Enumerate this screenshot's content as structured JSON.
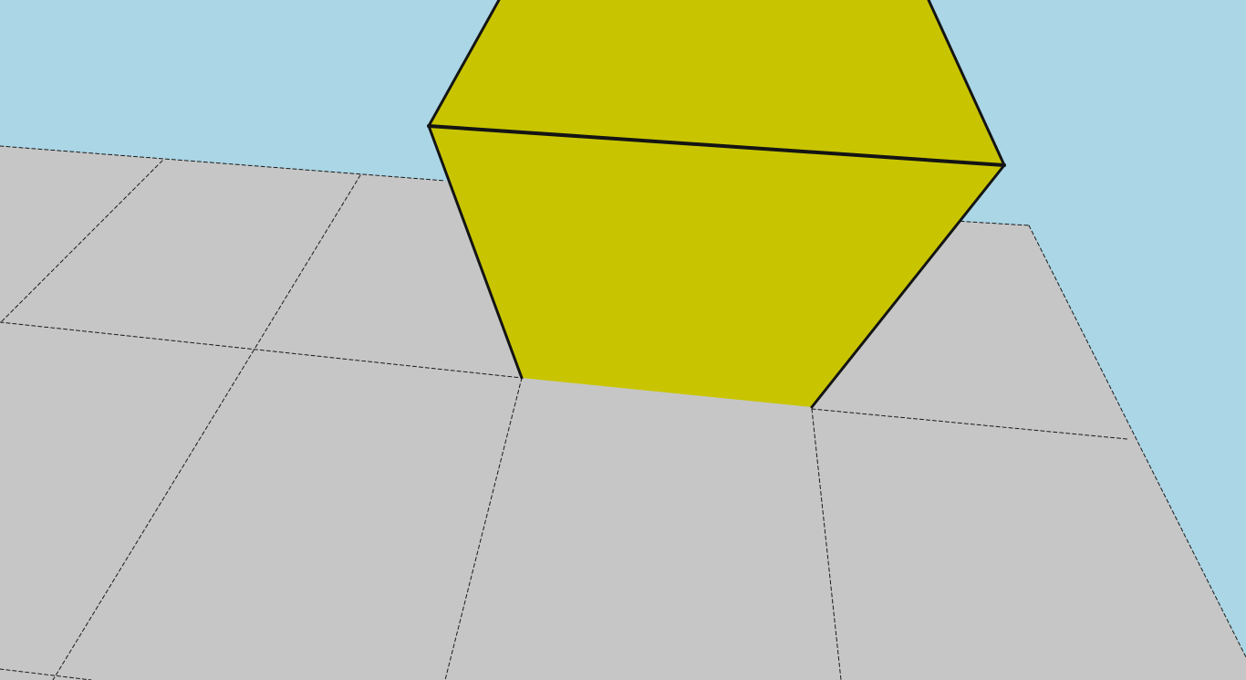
{
  "scene": {
    "colors": {
      "sky": "#aad6e6",
      "floor": "#c6c6c6",
      "grid_line": "#1a1a1a",
      "object_fill": "#c8c500",
      "object_edge": "#141414"
    },
    "floor_grid": {
      "line_style": "dashed"
    },
    "object": {
      "shape": "hexagonal-prism",
      "visible_faces": [
        "top-face",
        "side-face"
      ]
    }
  }
}
